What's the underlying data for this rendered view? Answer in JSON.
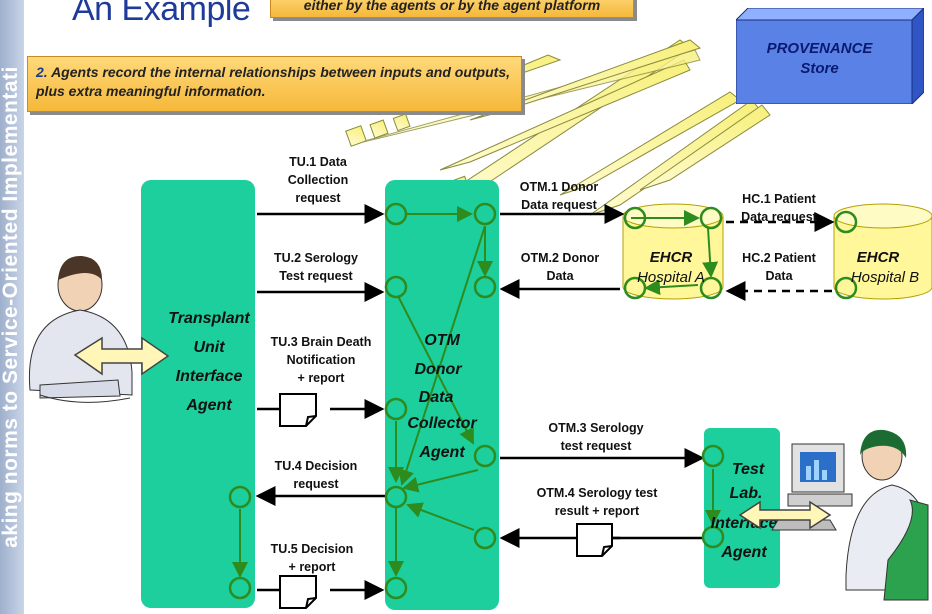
{
  "title": "An Example",
  "sidebar_text": "aking norms to Service-Oriented Implementati",
  "callouts": {
    "top": "either by the agents or by the agent platform",
    "step2_num": "2.",
    "step2_text": "Agents record the internal relationships between inputs and outputs, plus extra meaningful information."
  },
  "store": {
    "line1": "PROVENANCE",
    "line2": "Store"
  },
  "agents": {
    "tu": [
      "Transplant",
      "Unit",
      "Interface",
      "Agent"
    ],
    "otm": [
      "OTM",
      "Donor",
      "Data",
      "Collector",
      "Agent"
    ],
    "lab": [
      "Test",
      "Lab.",
      "Interface",
      "Agent"
    ]
  },
  "ehcr": {
    "a_title": "EHCR",
    "a_sub": "Hospital A",
    "b_title": "EHCR",
    "b_sub": "Hospital B"
  },
  "messages": {
    "tu1": [
      "TU.1 Data",
      "Collection",
      "request"
    ],
    "tu2": [
      "TU.2 Serology",
      "Test request"
    ],
    "tu3": [
      "TU.3 Brain Death",
      "Notification",
      "+ report"
    ],
    "tu4": [
      "TU.4 Decision",
      "request"
    ],
    "tu5": [
      "TU.5 Decision",
      "+ report"
    ],
    "otm1": [
      "OTM.1 Donor",
      "Data request"
    ],
    "otm2": [
      "OTM.2 Donor",
      "Data"
    ],
    "otm3": [
      "OTM.3 Serology",
      "test request"
    ],
    "otm4": [
      "OTM.4 Serology test",
      "result + report"
    ],
    "hc1": [
      "HC.1 Patient",
      "Data request"
    ],
    "hc2": [
      "HC.2 Patient",
      "Data"
    ]
  },
  "colors": {
    "agent_fill": "#1ccf9c",
    "node_stroke": "#2e8b1e",
    "db_fill": "#fff79a",
    "store_fill": "#5a82e6",
    "callout_fill": "#f5b83a",
    "title_color": "#1f3b9a"
  }
}
